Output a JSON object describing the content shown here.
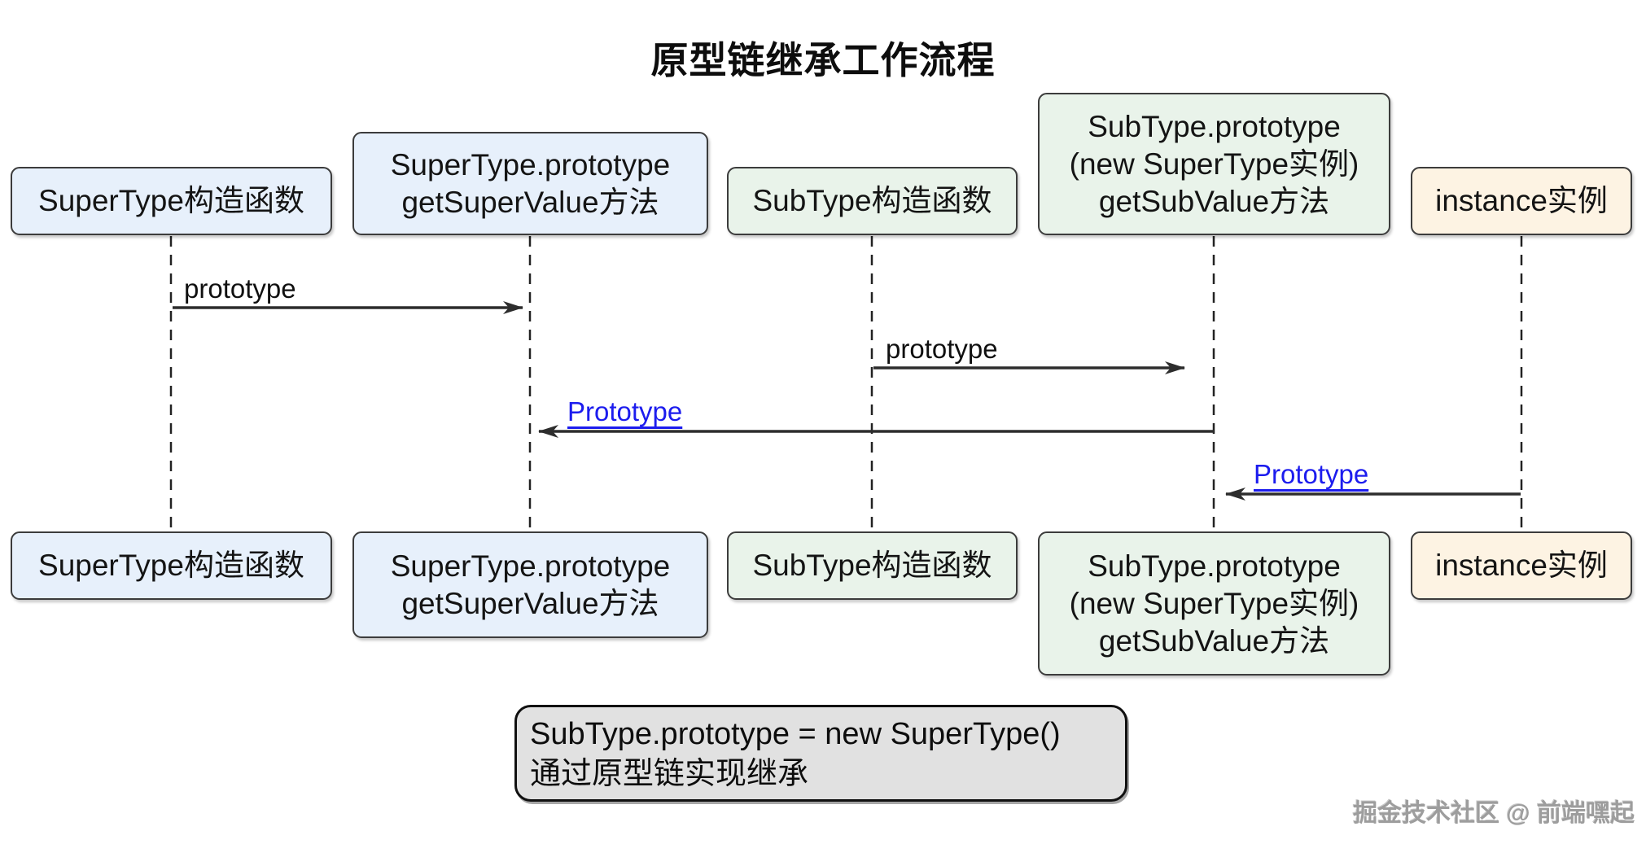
{
  "title": "原型链继承工作流程",
  "diagram": {
    "actors": [
      {
        "name": "supertype-constructor",
        "lines": [
          "SuperType构造函数"
        ]
      },
      {
        "name": "supertype-prototype",
        "lines": [
          "SuperType.prototype",
          "getSuperValue方法"
        ]
      },
      {
        "name": "subtype-constructor",
        "lines": [
          "SubType构造函数"
        ]
      },
      {
        "name": "subtype-prototype",
        "lines": [
          "SubType.prototype",
          "(new SuperType实例)",
          "getSubValue方法"
        ]
      },
      {
        "name": "instance",
        "lines": [
          "instance实例"
        ]
      }
    ],
    "messages": [
      {
        "label": "prototype",
        "from": "supertype-constructor",
        "to": "supertype-prototype",
        "direction": "right",
        "style": "plain"
      },
      {
        "label": "prototype",
        "from": "subtype-constructor",
        "to": "subtype-prototype",
        "direction": "right",
        "style": "plain"
      },
      {
        "label": "Prototype",
        "from": "subtype-prototype",
        "to": "supertype-prototype",
        "direction": "left",
        "style": "link"
      },
      {
        "label": "Prototype",
        "from": "instance",
        "to": "subtype-prototype",
        "direction": "left",
        "style": "link"
      }
    ],
    "note": {
      "line1": "SubType.prototype = new SuperType()",
      "line2": "通过原型链实现继承"
    }
  },
  "watermark": "掘金技术社区 @ 前端嘿起",
  "colors": {
    "blue_fill": "#e7f0fb",
    "green_fill": "#e9f3ea",
    "orange_fill": "#fdf3e3",
    "note_fill": "#e1e1e1",
    "link_blue": "#1c1cee",
    "line_dark": "#2d2d2d"
  }
}
